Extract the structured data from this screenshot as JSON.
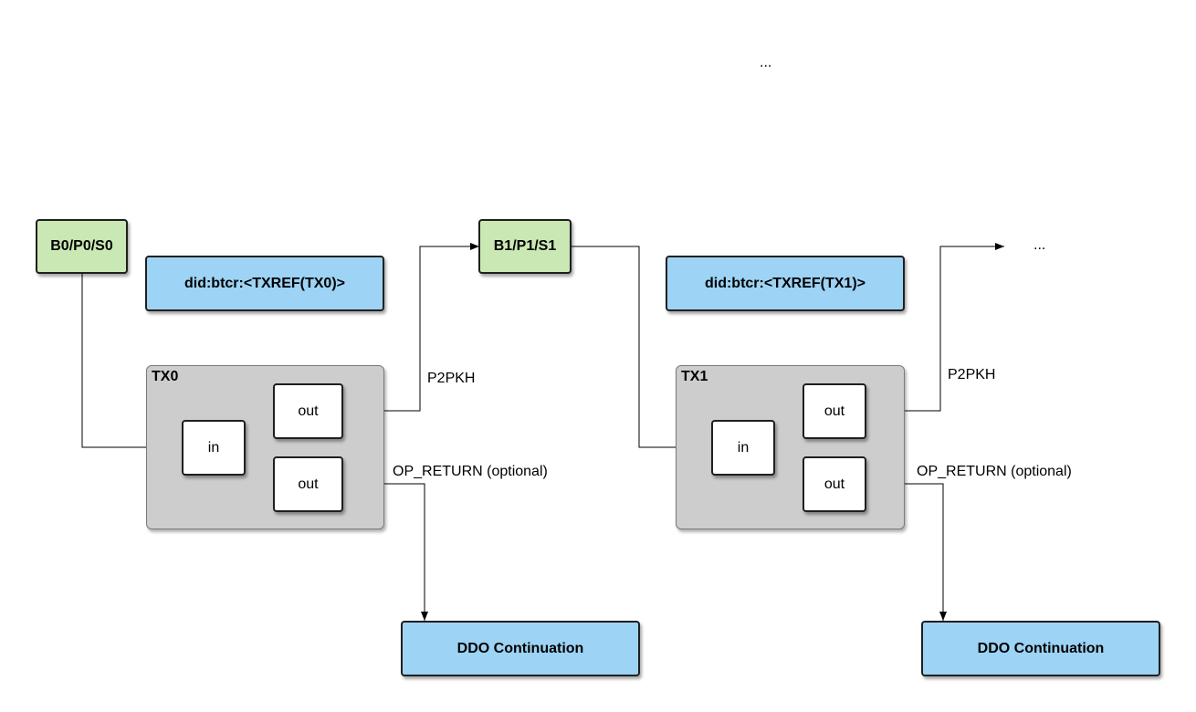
{
  "diagram": {
    "ellipsis_top": "...",
    "ellipsis_right": "...",
    "blocks": [
      {
        "label": "B0/P0/S0"
      },
      {
        "label": "B1/P1/S1"
      }
    ],
    "dids": [
      {
        "label": "did:btcr:<TXREF(TX0)>"
      },
      {
        "label": "did:btcr:<TXREF(TX1)>"
      }
    ],
    "transactions": [
      {
        "label": "TX0",
        "input": "in",
        "output1": "out",
        "output2": "out",
        "output1_label": "P2PKH",
        "output2_label": "OP_RETURN (optional)",
        "continuation": "DDO Continuation"
      },
      {
        "label": "TX1",
        "input": "in",
        "output1": "out",
        "output2": "out",
        "output1_label": "P2PKH",
        "output2_label": "OP_RETURN (optional)",
        "continuation": "DDO Continuation"
      }
    ]
  }
}
